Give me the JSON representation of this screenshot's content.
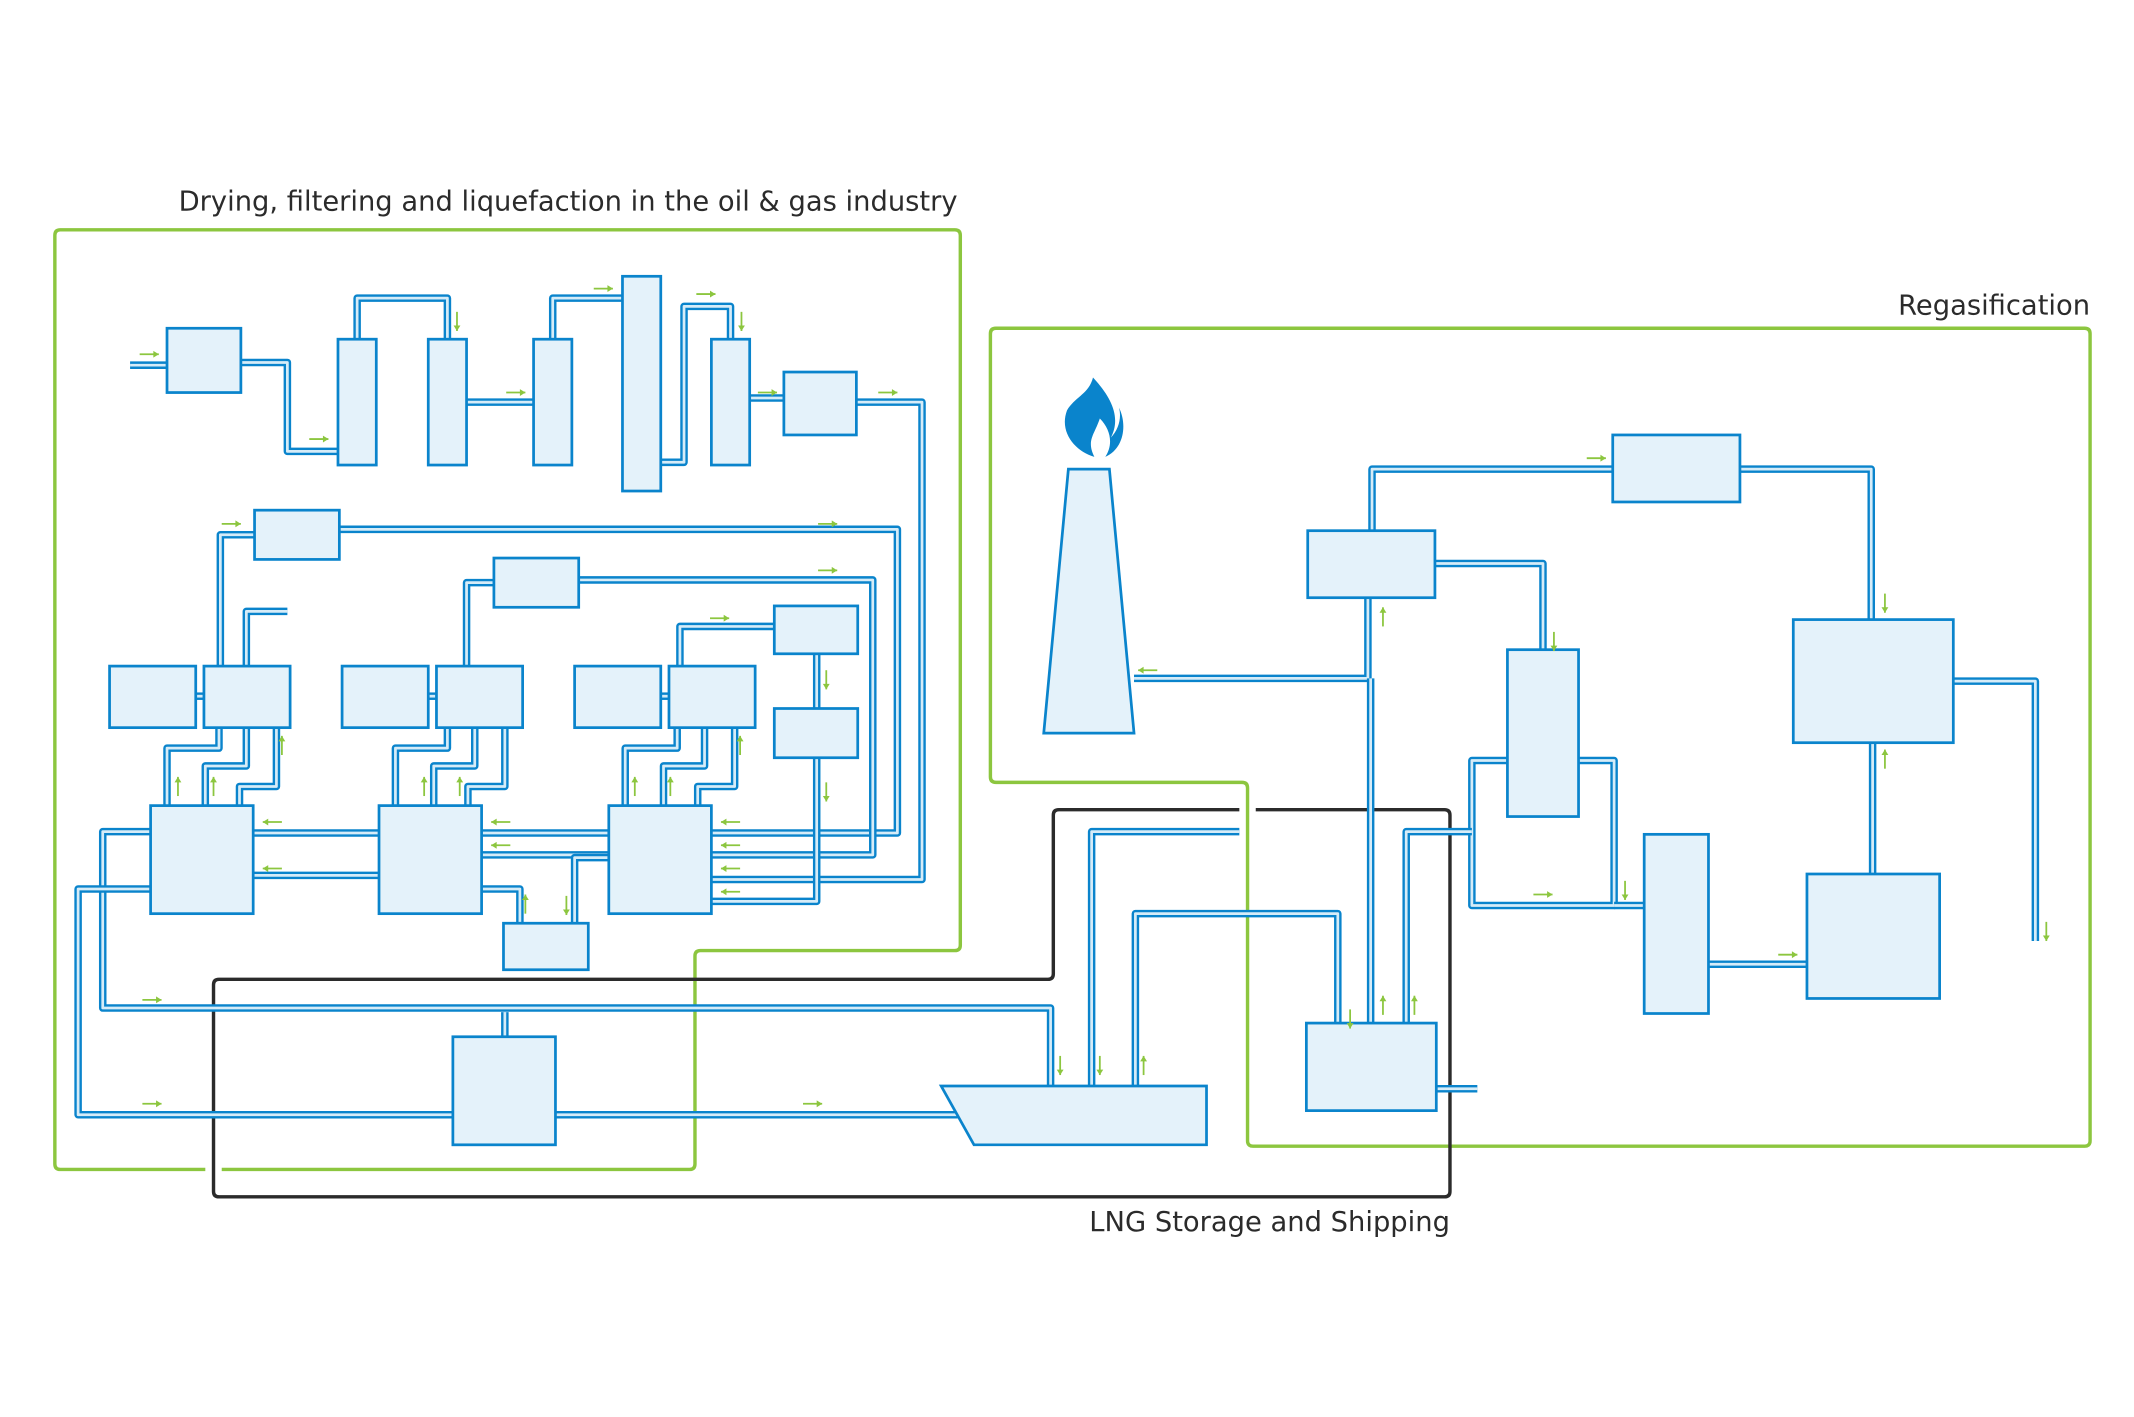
{
  "zones": {
    "liquefaction": {
      "label": "Drying, filtering and liquefaction in the oil & gas industry",
      "color": "#8cc63f"
    },
    "regasification": {
      "label": "Regasification",
      "color": "#8cc63f"
    },
    "storage": {
      "label": "LNG Storage and Shipping",
      "color": "#2b2b2b"
    }
  },
  "colors": {
    "pipe": "#0a84cc",
    "equipment_fill": "#e4f2fa",
    "flow_arrow": "#8cc63f",
    "flame": "#0a84cc"
  },
  "icons": {
    "flare": "flame-icon"
  }
}
